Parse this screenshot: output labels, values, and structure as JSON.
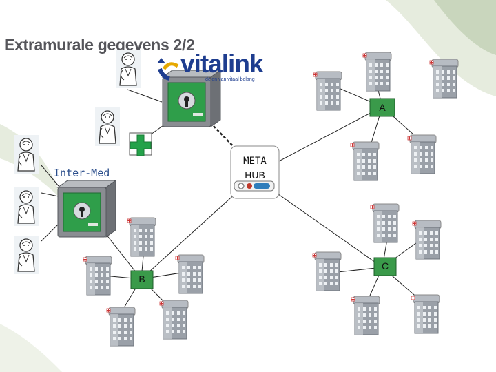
{
  "slide": {
    "title": "Extramurale gegevens 2/2"
  },
  "vitalink": {
    "brand": "vitalink",
    "tagline": "delen van vitaal belang",
    "color": "#1e3d8f"
  },
  "intermed": {
    "label": "Inter-Med"
  },
  "hub": {
    "line1": "META",
    "line2": "HUB"
  },
  "nodes": {
    "a": "A",
    "b": "B",
    "c": "C"
  },
  "colors": {
    "hub_node_fill": "#3a9a4a",
    "safe_body": "#8a8d92",
    "safe_door": "#2f9e4a",
    "pharmacy_cross": "#24a24a",
    "building": "#9aa0a8",
    "title": "#55555a",
    "accent_swoosh": "#6f9a6b"
  },
  "icons": [
    "doctor-icon",
    "pharmacist-icon",
    "pharmacy-cross-icon",
    "safe-icon",
    "hospital-building-icon"
  ]
}
